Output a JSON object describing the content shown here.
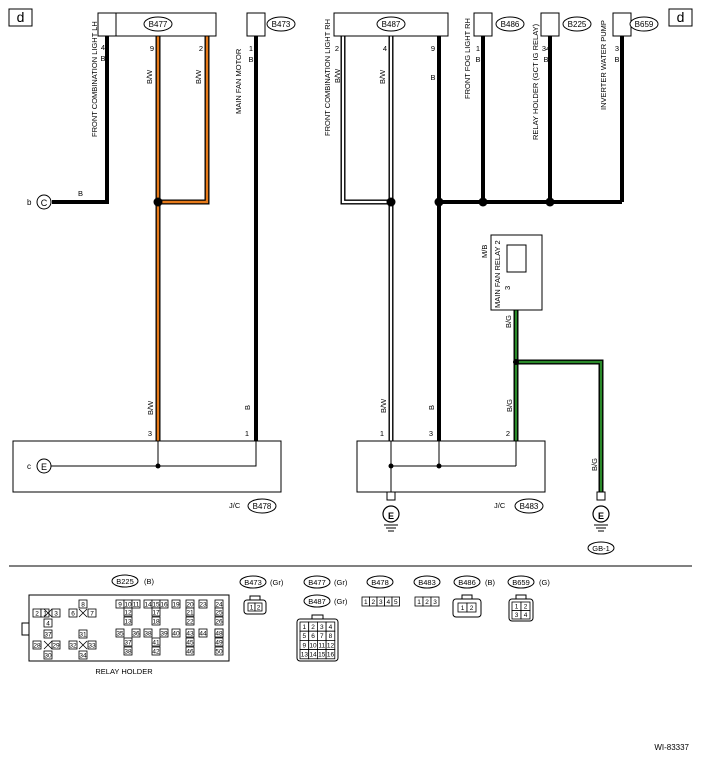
{
  "page_markers": {
    "left": "d",
    "right": "d"
  },
  "connectors": {
    "b477": "B477",
    "b473": "B473",
    "b487": "B487",
    "b486": "B486",
    "b225": "B225",
    "b659": "B659",
    "b478": "B478",
    "b483": "B483"
  },
  "components": {
    "front_comb_lh": "FRONT COMBINATION LIGHT LH",
    "main_fan_motor": "MAIN FAN MOTOR",
    "front_comb_rh": "FRONT COMBINATION LIGHT RH",
    "front_fog_rh": "FRONT FOG LIGHT RH",
    "relay_holder_gct": "RELAY HOLDER (GCT IG RELAY)",
    "inverter_pump": "INVERTER WATER PUMP",
    "main_fan_relay2": "MAIN FAN RELAY 2",
    "mb": "M/B"
  },
  "pins": {
    "lh_4": "4",
    "b477_9": "9",
    "b477_2": "2",
    "b473_1": "1",
    "b487_2": "2",
    "b487_4": "4",
    "b487_9": "9",
    "b486_1": "1",
    "b225_34": "34",
    "b659_3": "3",
    "relay_3": "3",
    "j478_3": "3",
    "j478_1": "1",
    "j483_1": "1",
    "j483_3": "3",
    "j483_2": "2"
  },
  "wire_colors": {
    "b": "B",
    "bw": "B/W",
    "bg": "B/G",
    "c_lh": "B",
    "w477_9": "B/W",
    "w477_2": "B/W",
    "w473": "B",
    "w487_2": "B/W",
    "w487_4": "B/W",
    "w487_9": "B",
    "w486": "B",
    "w225": "B",
    "w659": "B",
    "relay_out": "B/G",
    "j478_3": "B/W",
    "j478_1": "B",
    "j483_1": "B/W",
    "j483_3": "B",
    "j483_2": "B/G",
    "gb1_wire": "B/G"
  },
  "jc": {
    "label_478": "J/C",
    "label_483": "J/C"
  },
  "refs": {
    "b": "b",
    "c": "c",
    "ground": "E",
    "gb1": "GB-1"
  },
  "legend": {
    "b225": {
      "name": "B225",
      "color": "(B)",
      "caption": "RELAY HOLDER"
    },
    "b473": {
      "name": "B473",
      "color": "(Gr)"
    },
    "b477": {
      "name": "B477",
      "color": "(Gr)"
    },
    "b487": {
      "name": "B487",
      "color": "(Gr)"
    },
    "b478": {
      "name": "B478"
    },
    "b483": {
      "name": "B483"
    },
    "b486": {
      "name": "B486",
      "color": "(B)"
    },
    "b659": {
      "name": "B659",
      "color": "(G)"
    },
    "relay_small_pins": [
      [
        "8",
        "6",
        "7",
        "31",
        "32",
        "33",
        "34"
      ],
      [
        "1",
        "2",
        "3",
        "4",
        "37",
        "28",
        "29",
        "30"
      ],
      [
        "9",
        "10",
        "11",
        "12",
        "13",
        "14",
        "15",
        "16",
        "17",
        "18",
        "19",
        "20",
        "21",
        "22",
        "23",
        "24",
        "25",
        "26",
        "27",
        "35",
        "36",
        "38",
        "39",
        "40",
        "41",
        "42",
        "43",
        "44",
        "45",
        "46",
        "47",
        "48",
        "49",
        "50"
      ]
    ],
    "b473_pins": [
      "1",
      "2"
    ],
    "b477_pins": [
      "1",
      "2",
      "3",
      "4",
      "5",
      "6",
      "7",
      "8",
      "9",
      "10",
      "11",
      "12",
      "13",
      "14",
      "15",
      "16"
    ],
    "b478_pins": [
      "1",
      "2",
      "3",
      "4",
      "5"
    ],
    "b483_pins": [
      "1",
      "2",
      "3"
    ],
    "b486_pins": [
      "1",
      "2"
    ],
    "b659_pins": [
      "1",
      "2",
      "3",
      "4"
    ]
  },
  "figure_id": "WI-83337"
}
